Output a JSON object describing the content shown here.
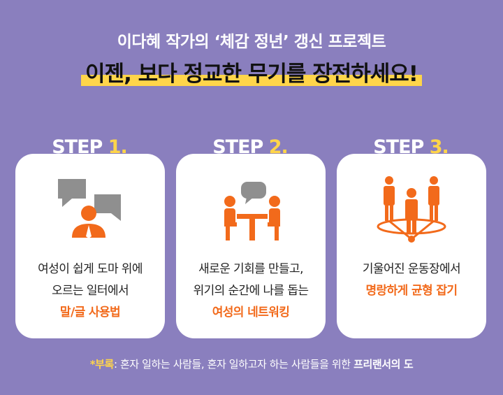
{
  "header": {
    "subtitle": "이다혜 작가의 ‘체감 정년’ 갱신 프로젝트",
    "headline": "이젠, 보다 정교한 무기를 장전하세요!"
  },
  "steps": [
    {
      "label": "STEP",
      "number": "1.",
      "icon": "speech-bubbles-person-icon",
      "line1": "여성이 쉽게 도마 위에",
      "line2": "오르는 일터에서",
      "highlight": "말/글 사용법"
    },
    {
      "label": "STEP",
      "number": "2.",
      "icon": "meeting-table-icon",
      "line1": "새로운 기회를 만들고,",
      "line2": "위기의 순간에 나를 돕는",
      "highlight": "여성의 네트워킹"
    },
    {
      "label": "STEP",
      "number": "3.",
      "icon": "network-people-icon",
      "line1": "기울어진 운동장에서",
      "line2": "",
      "highlight": "명랑하게 균형 잡기"
    }
  ],
  "footnote": {
    "label": "*부록",
    "text": ": 혼자 일하는 사람들, 혼자 일하고자 하는 사람들을 위한 ",
    "strong": "프리랜서의 도"
  },
  "colors": {
    "background": "#8a7fbe",
    "accent_yellow": "#ffd54a",
    "accent_orange": "#f26a1b",
    "icon_gray": "#8f8f8f"
  }
}
